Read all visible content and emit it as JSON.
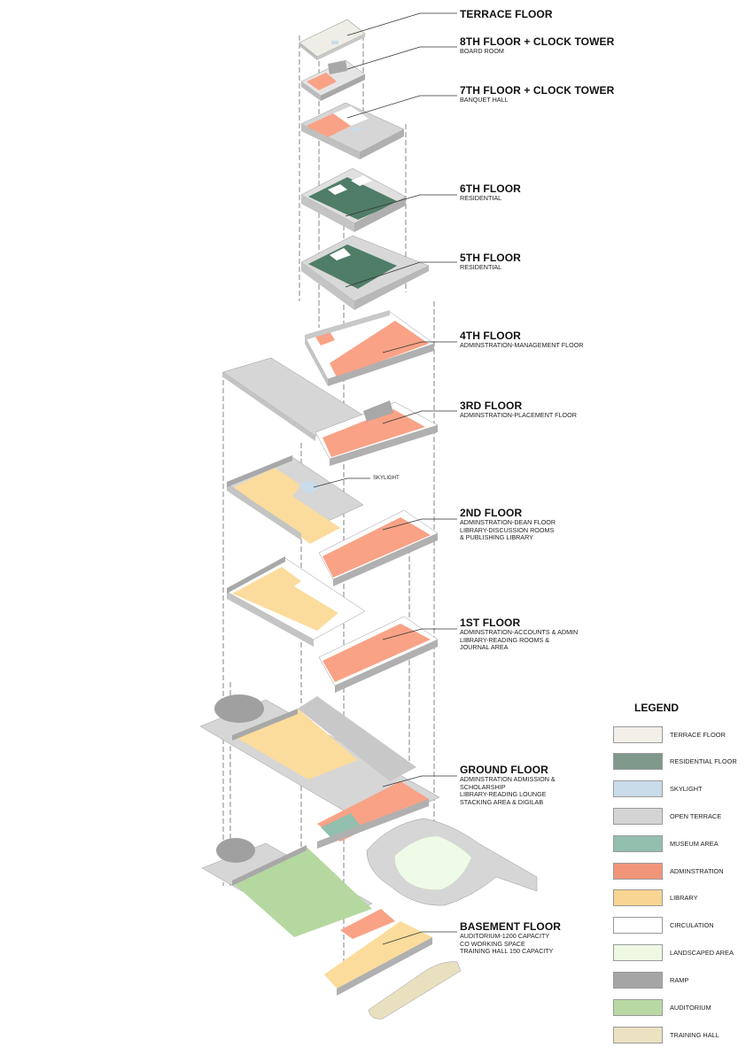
{
  "diagram": {
    "type": "exploded-axonometric",
    "floors": [
      {
        "id": "terrace",
        "title": "TERRACE FLOOR",
        "description": []
      },
      {
        "id": "8th",
        "title": "8TH FLOOR + CLOCK TOWER",
        "description": [
          "BOARD ROOM"
        ]
      },
      {
        "id": "7th",
        "title": "7TH FLOOR + CLOCK TOWER",
        "description": [
          "BANQUET HALL"
        ]
      },
      {
        "id": "6th",
        "title": "6TH FLOOR",
        "description": [
          "RESIDENTIAL"
        ]
      },
      {
        "id": "5th",
        "title": "5TH FLOOR",
        "description": [
          "RESIDENTIAL"
        ]
      },
      {
        "id": "4th",
        "title": "4TH FLOOR",
        "description": [
          "ADMINSTRATION-MANAGEMENT FLOOR"
        ]
      },
      {
        "id": "3rd",
        "title": "3RD FLOOR",
        "description": [
          "ADMINSTRATION-PLACEMENT FLOOR"
        ]
      },
      {
        "id": "2nd",
        "title": "2ND FLOOR",
        "description": [
          "ADMINSTRATION-DEAN FLOOR",
          "LIBRARY-DISCUSSION ROOMS",
          "& PUBLISHING LIBRARY"
        ]
      },
      {
        "id": "1st",
        "title": "1ST FLOOR",
        "description": [
          "ADMINSTRATION-ACCOUNTS & ADMIN",
          "LIBRARY-READING ROOMS &",
          "JOURNAL AREA"
        ]
      },
      {
        "id": "ground",
        "title": "GROUND FLOOR",
        "description": [
          "ADMINSTRATION ADMISSION &",
          "SCHOLARSHIP",
          "LIBRARY-READING LOUNGE",
          "STACKING AREA & DIGILAB"
        ]
      },
      {
        "id": "basement",
        "title": "BASEMENT FLOOR",
        "description": [
          "AUDITORIUM-1200 CAPACITY",
          "CO WORKING SPACE",
          " TRAINING HALL 150 CAPACITY"
        ]
      }
    ],
    "annotations": {
      "skylight": "SKYLIGHT"
    }
  },
  "legend": {
    "title": "LEGEND",
    "items": [
      {
        "label": "TERRACE FLOOR",
        "color": "#f1efe8"
      },
      {
        "label": "RESIDENTIAL FLOOR",
        "color": "#7f998c"
      },
      {
        "label": "SKYLIGHT",
        "color": "#c9dcea"
      },
      {
        "label": "OPEN TERRACE",
        "color": "#d4d4d4"
      },
      {
        "label": "MUSEUM AREA",
        "color": "#93bfae"
      },
      {
        "label": "ADMINSTRATION",
        "color": "#f0957a"
      },
      {
        "label": "LIBRARY",
        "color": "#f8d592"
      },
      {
        "label": "CIRCULATION",
        "color": "#ffffff"
      },
      {
        "label": "LANDSCAPED AREA",
        "color": "#eef8e3"
      },
      {
        "label": "RAMP",
        "color": "#a5a5a5"
      },
      {
        "label": "AUDITORIUM",
        "color": "#b9d9a4"
      },
      {
        "label": "TRAINING HALL",
        "color": "#ebe2c2"
      }
    ]
  },
  "colors": {
    "admin": "#f9a286",
    "library": "#fbdc9c",
    "residential": "#4f7d68",
    "terrace": "#efeee6",
    "open_terrace": "#d6d6d6",
    "wall_dark": "#a8a8a8",
    "skylight": "#c9dcea",
    "museum": "#93bfae",
    "landscape": "#eefbe6",
    "ramp": "#a0a0a0",
    "auditorium": "#b5d8a0",
    "training": "#e9e0c0"
  }
}
